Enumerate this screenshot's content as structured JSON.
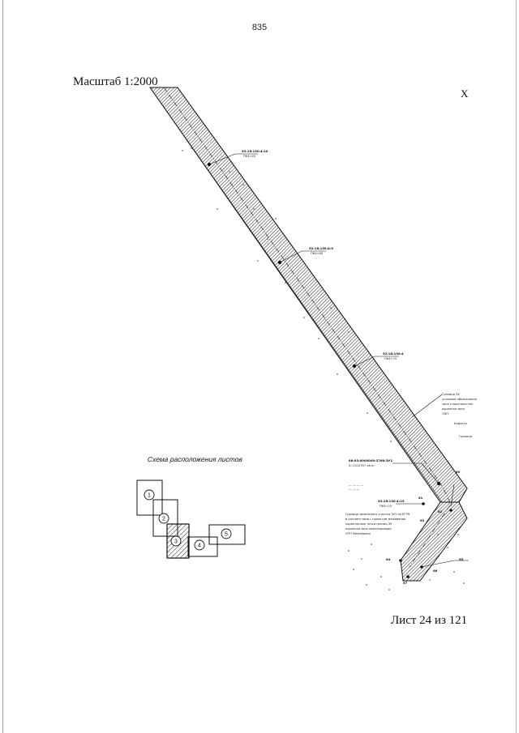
{
  "page": {
    "number": "835",
    "scale": "Масштаб 1:2000",
    "corner_mark": "Х",
    "sheet": "Лист 24 из 121"
  },
  "map": {
    "corridor_labels": [
      {
        "line1": "52:18:130:4:10",
        "line2": "ПК4+40"
      },
      {
        "line1": "52:18:130:4:5",
        "line2": "ПК4+60"
      },
      {
        "line1": "52:18:130:4",
        "line2": "ПК4+70"
      },
      {
        "line1": "86:03:0000000:2766:ЗУ1",
        "line2": "S=1012957 кв.м."
      },
      {
        "line1": "52:18:130:4:15",
        "line2": "ПК4+25"
      }
    ],
    "right_notes": [
      "Граница ЗУ",
      "условное обозначение",
      "зона строительства",
      "охранная зона",
      "ЛЭП",
      "Кадастр",
      "Граница"
    ],
    "bottom_note": [
      "Граница земельного участка ЗУ1 по ЕГРН",
      "в соответствии с проектом межевания",
      "характерные точки границ ЗУ",
      "охранная зона нефтепровода",
      "ОТП Межевания"
    ],
    "point_numbers": [
      "60",
      "61",
      "62",
      "63",
      "64",
      "65",
      "66",
      "67"
    ],
    "accent_color": "#111111",
    "hatch_color": "#333333"
  },
  "key_map": {
    "title": "Схема расположения листов",
    "sheets": [
      "1",
      "2",
      "3",
      "4",
      "5"
    ],
    "current_sheet": "3"
  }
}
